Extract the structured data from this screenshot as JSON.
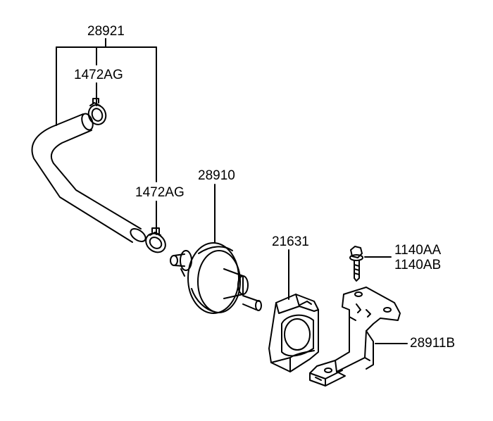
{
  "labels": {
    "hose_assembly": "28921",
    "clamp_upper": "1472AG",
    "clamp_lower": "1472AG",
    "valve": "28910",
    "valve_holder": "21631",
    "bolt_a": "1140AA",
    "bolt_b": "1140AB",
    "bracket": "28911B"
  }
}
